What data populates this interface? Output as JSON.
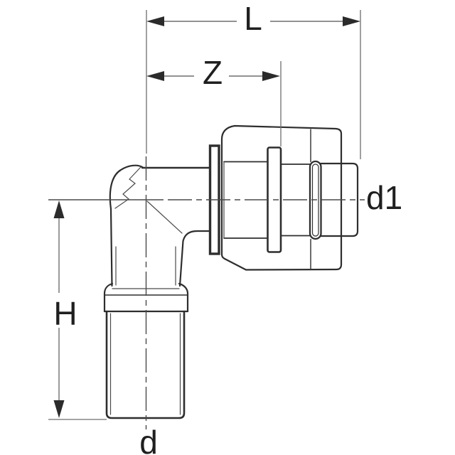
{
  "drawing": {
    "labels": {
      "overall_length": "L",
      "insertion_depth": "Z",
      "height": "H",
      "spigot_diameter": "d",
      "socket_diameter": "d1"
    },
    "colors": {
      "background": "#ffffff",
      "outline": "#2e2e2e",
      "dimension_line": "#6e6e6e",
      "centerline": "#4a4a4a",
      "label_text": "#1f1f1f"
    }
  }
}
